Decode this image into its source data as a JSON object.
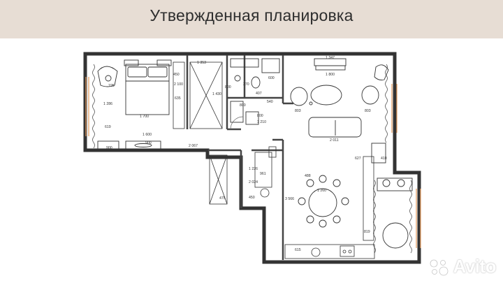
{
  "header": {
    "title": "Утвержденная планировка"
  },
  "dimensions": {
    "d1353": "1 353",
    "d1347": "1 347",
    "d1800a": "1 800",
    "d450": "450",
    "d2100": "2 100",
    "d635": "635",
    "d1286": "1 286",
    "d1700": "1 700",
    "d1600": "1 600",
    "d619": "619",
    "d900a": "900",
    "d900b": "900",
    "d2067": "2 067",
    "d600": "600",
    "d407": "407",
    "d540": "540",
    "d800a": "800",
    "d800b": "800",
    "d1210": "1 210",
    "d270": "270",
    "d1430": "1 430",
    "d803a": "803",
    "d803b": "803",
    "d2011": "2 011",
    "d627": "627",
    "d410": "410",
    "d488": "488",
    "d1260": "1 260",
    "d1226": "1 226",
    "d2024": "2 024",
    "d961": "961",
    "d3566": "3 566",
    "d450b": "450",
    "d475": "475",
    "d819": "819",
    "d615": "615",
    "d800c": "800",
    "d195": "195"
  },
  "watermark": {
    "text": "Avito"
  }
}
